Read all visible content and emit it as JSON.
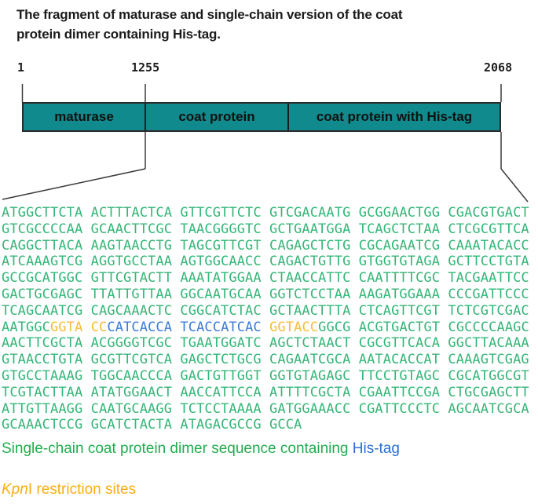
{
  "title": {
    "line1": "The fragment of maturase and single-chain version of the coat",
    "line2": "protein dimer containing His-tag."
  },
  "scale": {
    "start": "1",
    "mid": "1255",
    "end": "2068"
  },
  "bar": {
    "segments": [
      {
        "label": "maturase"
      },
      {
        "label": "coat protein"
      },
      {
        "label": "coat protein with His-tag"
      }
    ]
  },
  "colors": {
    "bar_fill": "#108a8c",
    "sequence_green": "#35b678",
    "kpn_yellow": "#f4bd3a",
    "histag_blue": "#3c7cd8",
    "legend_green": "#1fad4e",
    "legend_blue": "#2a6fd4",
    "legend_orange": "#fbae12"
  },
  "sequence": {
    "lines": [
      [
        {
          "t": "ATGGCTTCTA ACTTTACTCA GTTCGTTCTC GTCGACAATG GCGGAACTGG CGACGTGACT",
          "c": "green"
        }
      ],
      [
        {
          "t": "GTCGCCCCAA GCAACTTCGC TAACGGGGTC GCTGAATGGA TCAGCTCTAA CTCGCGTTCA",
          "c": "green"
        }
      ],
      [
        {
          "t": "CAGGCTTACA AAGTAACCTG TAGCGTTCGT CAGAGCTCTG CGCAGAATCG CAAATACACC",
          "c": "green"
        }
      ],
      [
        {
          "t": "ATCAAAGTCG AGGTGCCTAA AGTGGCAACC CAGACTGTTG GTGGTGTAGA GCTTCCTGTA",
          "c": "green"
        }
      ],
      [
        {
          "t": "GCCGCATGGC GTTCGTACTT AAATATGGAA CTAACCATTC CAATTTTCGC TACGAATTCC",
          "c": "green"
        }
      ],
      [
        {
          "t": "GACTGCGAGC TTATTGTTAA GGCAATGCAA GGTCTCCTAA AAGATGGAAA CCCGATTCCC",
          "c": "green"
        }
      ],
      [
        {
          "t": "TCAGCAATCG CAGCAAACTC CGGCATCTAC GCTAACTTTA CTCAGTTCGT TCTCGTCGAC",
          "c": "green"
        }
      ],
      [
        {
          "t": "AATGGC",
          "c": "green"
        },
        {
          "t": "GGTA",
          "c": "yellow"
        },
        {
          "t": " ",
          "c": "green"
        },
        {
          "t": "CC",
          "c": "yellow"
        },
        {
          "t": "CATCACCA",
          "c": "blue"
        },
        {
          "t": " ",
          "c": "green"
        },
        {
          "t": "TCACCATCAC",
          "c": "blue"
        },
        {
          "t": " ",
          "c": "green"
        },
        {
          "t": "GGTACC",
          "c": "yellow"
        },
        {
          "t": "GGCG",
          "c": "green"
        },
        {
          "t": " ACGTGACTGT CGCCCCAAGC",
          "c": "green"
        }
      ],
      [
        {
          "t": "AACTTCGCTA ACGGGGTCGC TGAATGGATC AGCTCTAACT CGCGTTCACA GGCTTACAAA",
          "c": "green"
        }
      ],
      [
        {
          "t": "GTAACCTGTA GCGTTCGTCA GAGCTCTGCG CAGAATCGCA AATACACCAT CAAAGTCGAG",
          "c": "green"
        }
      ],
      [
        {
          "t": "GTGCCTAAAG TGGCAACCCA GACTGTTGGT GGTGTAGAGC TTCCTGTAGC CGCATGGCGT",
          "c": "green"
        }
      ],
      [
        {
          "t": "TCGTACTTAA ATATGGAACT AACCATTCCA ATTTTCGCTA CGAATTCCGA CTGCGAGCTT",
          "c": "green"
        }
      ],
      [
        {
          "t": "ATTGTTAAGG CAATGCAAGG TCTCCTAAAA GATGGAAACC CGATTCCCTC AGCAATCGCA",
          "c": "green"
        }
      ],
      [
        {
          "t": "GCAAACTCCG GCATCTACTA ATAGACGCCG GCCA",
          "c": "green"
        }
      ]
    ]
  },
  "legend": {
    "sequence_text": "Single-chain coat protein dimer sequence containing ",
    "histag_text": "His-tag",
    "kpn_italic": "Kpn",
    "kpn_rest": "I restriction sites"
  }
}
